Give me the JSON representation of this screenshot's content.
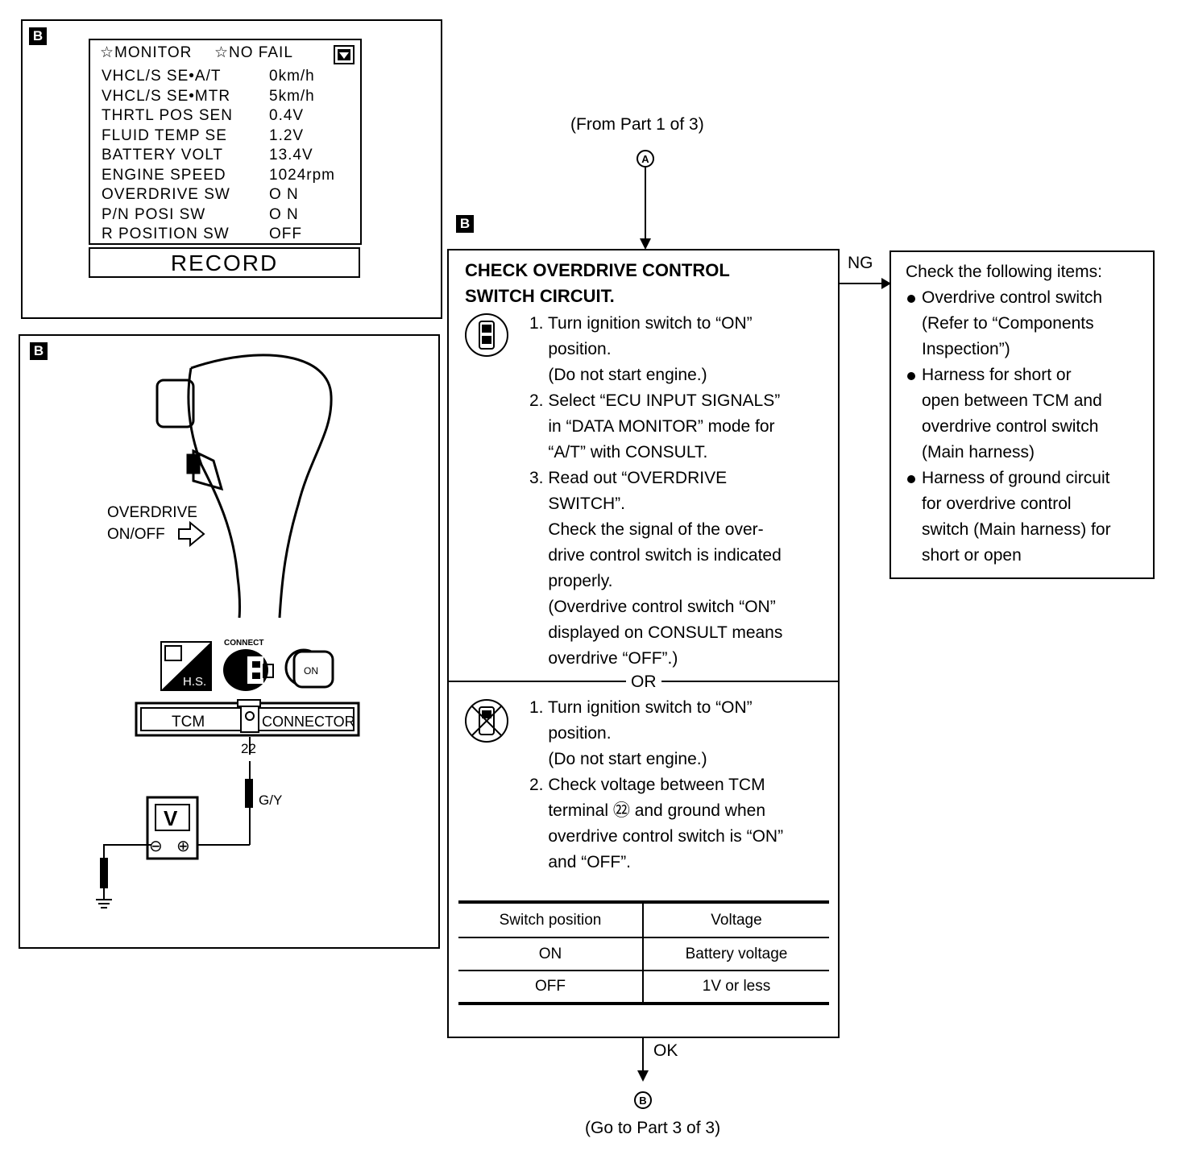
{
  "monitor_panel": {
    "tag": "B",
    "header_left": "☆MONITOR",
    "header_right": "☆NO FAIL",
    "rows": [
      {
        "label": "VHCL/S SE•A/T",
        "value": "0km/h"
      },
      {
        "label": "VHCL/S SE•MTR",
        "value": "5km/h"
      },
      {
        "label": "THRTL POS SEN",
        "value": "0.4V"
      },
      {
        "label": "FLUID TEMP SE",
        "value": "1.2V"
      },
      {
        "label": "BATTERY VOLT",
        "value": "13.4V"
      },
      {
        "label": "ENGINE SPEED",
        "value": "1024rpm"
      },
      {
        "label": "OVERDRIVE SW",
        "value": "O N"
      },
      {
        "label": "P/N POSI SW",
        "value": "O N"
      },
      {
        "label": "R POSITION SW",
        "value": "OFF"
      }
    ],
    "record_button": "RECORD"
  },
  "wiring_panel": {
    "tag": "B",
    "overdrive_label_1": "OVERDRIVE",
    "overdrive_label_2": "ON/OFF",
    "hs_label": "H.S.",
    "connect_label": "CONNECT",
    "on_label": "ON",
    "tcm_label": "TCM",
    "connector_label": "CONNECTOR",
    "terminal": "22",
    "wire_color": "G/Y",
    "meter_label": "V",
    "minus": "⊖",
    "plus": "⊕"
  },
  "flow": {
    "from_text": "(From Part 1 of 3)",
    "from_marker": "A",
    "step_tag": "B",
    "title_1": "CHECK OVERDRIVE CONTROL",
    "title_2": "SWITCH CIRCUIT.",
    "with_consult_lines": [
      "1. Turn ignition switch to “ON”",
      "    position.",
      "    (Do not start engine.)",
      "2. Select “ECU INPUT SIGNALS”",
      "    in “DATA MONITOR” mode for",
      "    “A/T” with CONSULT.",
      "3. Read out “OVERDRIVE",
      "    SWITCH”.",
      "    Check the signal of the over-",
      "    drive control switch is indicated",
      "    properly.",
      "    (Overdrive control switch “ON”",
      "    displayed on CONSULT means",
      "    overdrive “OFF”.)"
    ],
    "or_text": "OR",
    "without_consult_lines": [
      "1. Turn ignition switch to “ON”",
      "    position.",
      "    (Do not start engine.)",
      "2. Check voltage between TCM",
      "    terminal ㉒ and ground when",
      "    overdrive control switch is “ON”",
      "    and “OFF”."
    ],
    "table": {
      "headers": [
        "Switch position",
        "Voltage"
      ],
      "rows": [
        [
          "ON",
          "Battery voltage"
        ],
        [
          "OFF",
          "1V or less"
        ]
      ]
    },
    "ng_label": "NG",
    "ok_label": "OK",
    "to_marker": "B",
    "to_text": "(Go to Part 3 of 3)"
  },
  "ng_box": {
    "heading": "Check the following items:",
    "items": [
      [
        "Overdrive control switch",
        "(Refer to “Components",
        "Inspection”)"
      ],
      [
        "Harness for short or",
        "open between TCM and",
        "overdrive control switch",
        "(Main harness)"
      ],
      [
        "Harness of ground circuit",
        "for overdrive control",
        "switch (Main harness) for",
        "short or open"
      ]
    ]
  }
}
